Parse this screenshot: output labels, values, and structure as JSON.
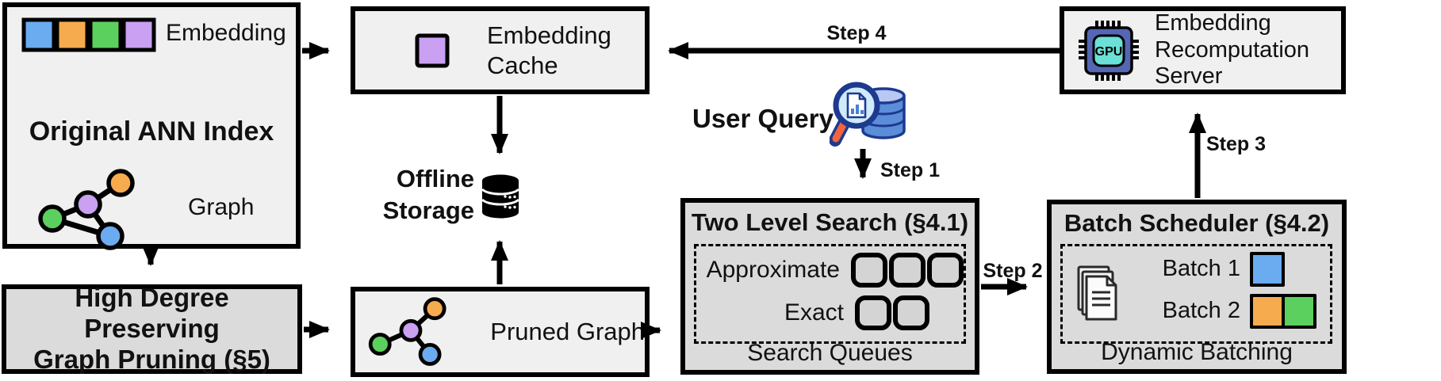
{
  "colors": {
    "blue": "#6babf0",
    "orange": "#f7ab4f",
    "green": "#5bd05e",
    "purple": "#c9a0f2",
    "box_light": "#f0f0f0",
    "box_gray": "#dbdbdb",
    "gpu_chip": "#5566b4",
    "gpu_screen": "#6ae0d6",
    "query_handle": "#f2653c",
    "query_db": "#5b8dd9",
    "query_db_top": "#b9c8f2",
    "query_navy": "#1d3a8f",
    "query_lens": "#cfeaf9"
  },
  "ann_index": {
    "title": "Original ANN Index",
    "embedding_label": "Embedding",
    "graph_label": "Graph"
  },
  "high_degree": {
    "line1": "High Degree Preserving",
    "line2": "Graph Pruning (§5)"
  },
  "embedding_cache": {
    "line1": "Embedding",
    "line2": "Cache"
  },
  "offline_storage": {
    "line1": "Offline",
    "line2": "Storage"
  },
  "pruned_graph": {
    "label": "Pruned Graph"
  },
  "user_query": {
    "label": "User Query"
  },
  "two_level_search": {
    "title": "Two Level Search (§4.1)",
    "approximate_label": "Approximate",
    "exact_label": "Exact",
    "footer": "Search Queues"
  },
  "batch_scheduler": {
    "title": "Batch Scheduler (§4.2)",
    "batch1_label": "Batch 1",
    "batch2_label": "Batch 2",
    "footer": "Dynamic Batching"
  },
  "recomputation_server": {
    "line1": "Embedding",
    "line2": "Recomputation",
    "line3": "Server",
    "gpu_label": "GPU"
  },
  "steps": {
    "step1": "Step 1",
    "step2": "Step 2",
    "step3": "Step 3",
    "step4": "Step 4"
  }
}
